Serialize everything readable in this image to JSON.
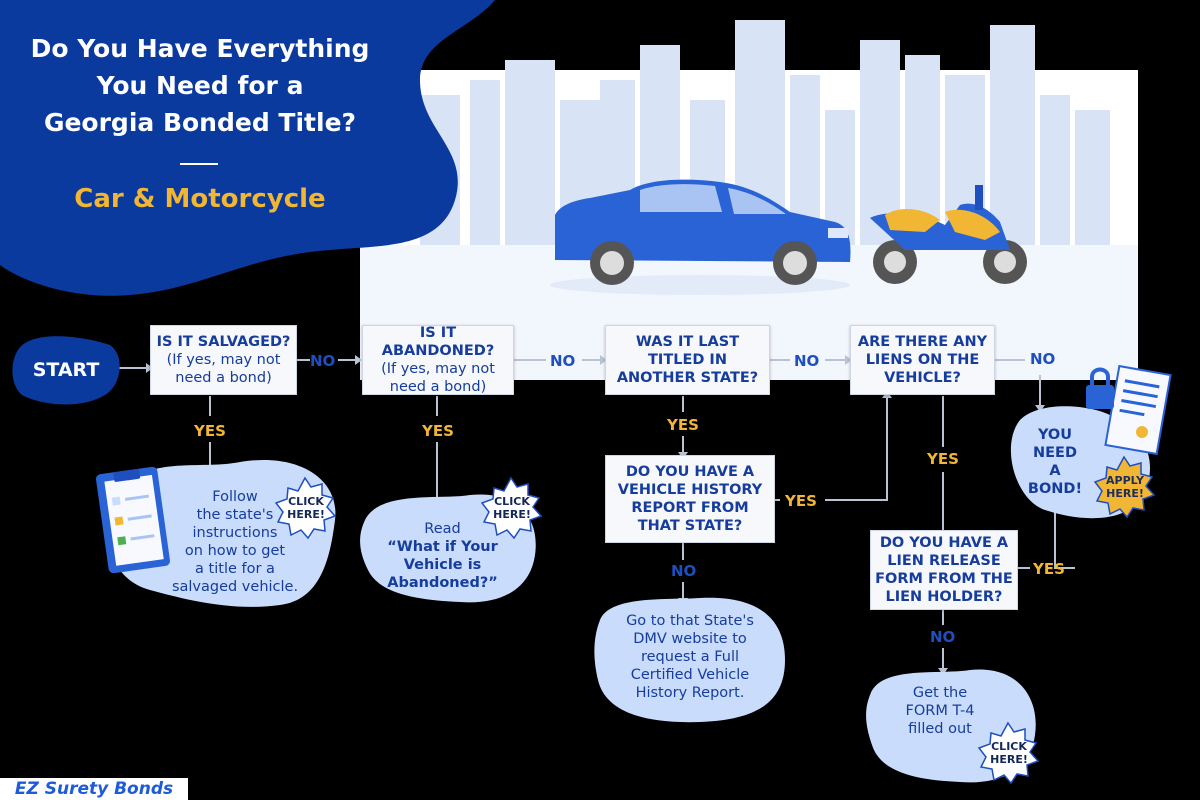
{
  "header": {
    "title_lines": [
      "Do You Have Everything",
      "You Need for a",
      "Georgia Bonded Title?"
    ],
    "subtitle": "Car & Motorcycle"
  },
  "flow": {
    "start": "START",
    "q1": {
      "head": "IS IT SALVAGED?",
      "sub_lines": [
        "(If yes, may not",
        "need a bond)"
      ]
    },
    "q2": {
      "head": "IS IT ABANDONED?",
      "sub_lines": [
        "(If yes, may not",
        "need a bond)"
      ]
    },
    "q3": {
      "lines": [
        "WAS IT LAST",
        "TITLED IN",
        "ANOTHER STATE?"
      ]
    },
    "q4": {
      "lines": [
        "ARE THERE ANY",
        "LIENS ON THE",
        "VEHICLE?"
      ]
    },
    "q5": {
      "lines": [
        "DO YOU HAVE A",
        "VEHICLE HISTORY",
        "REPORT FROM",
        "THAT STATE?"
      ]
    },
    "q6": {
      "lines": [
        "DO YOU HAVE A",
        "LIEN RELEASE",
        "FORM FROM THE",
        "LIEN HOLDER?"
      ]
    },
    "labels": {
      "yes": "YES",
      "no": "NO"
    },
    "outcome_salvaged": [
      "Follow",
      "the state's",
      "instructions",
      "on how to get",
      "a title for a",
      "salvaged vehicle."
    ],
    "outcome_abandoned": {
      "pre": "Read",
      "quote_lines": [
        "“What if Your",
        "Vehicle is",
        "Abandoned?”"
      ]
    },
    "outcome_dmv": [
      "Go to that State's",
      "DMV website to",
      "request a Full",
      "Certified Vehicle",
      "History Report."
    ],
    "outcome_t4": [
      "Get the",
      "FORM T-4",
      "filled out"
    ],
    "outcome_bond": [
      "YOU",
      "NEED",
      "A BOND!"
    ],
    "click_here": [
      "CLICK",
      "HERE!"
    ],
    "apply_here": [
      "APPLY",
      "HERE!"
    ]
  },
  "footer": {
    "brand": "EZ Surety Bonds"
  },
  "colors": {
    "navy": "#0a3a9e",
    "blue": "#1f4fbf",
    "gold": "#f2b635",
    "light_blue": "#c9dcfb",
    "skyline": "#d6e3f7"
  }
}
